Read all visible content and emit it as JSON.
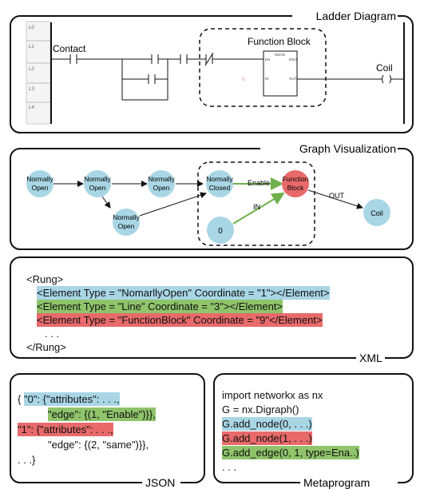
{
  "ladder": {
    "title": "Ladder Diagram",
    "rung_labels": [
      "L0",
      "L1",
      "L2",
      "L3",
      "L4"
    ],
    "contact_label": "Contact",
    "function_block_label": "Function Block",
    "move_label": "MOVE",
    "en_label": "EN",
    "eno_label": "ENO",
    "in_label": "IN",
    "out_label": "OUT",
    "input_value": "0",
    "coil_label": "Coil"
  },
  "graph": {
    "title": "Graph Visualization",
    "nodes": {
      "no1": [
        "Normally",
        "Open"
      ],
      "no2": [
        "Normally",
        "Open"
      ],
      "no3": [
        "Normally",
        "Open"
      ],
      "no4": [
        "Normally",
        "Open"
      ],
      "nc": [
        "Normally",
        "Closed"
      ],
      "fb": [
        "Function",
        "Block"
      ],
      "zero": "0",
      "coil": "Coil"
    },
    "edge_labels": {
      "enable": "Enable",
      "in": "IN",
      "out": "OUT"
    },
    "colors": {
      "node_blue": "#a9d6e5",
      "node_red": "#e86a6a",
      "edge_green": "#6fb04a"
    }
  },
  "xml": {
    "caption": "XML",
    "line1": "<Rung>",
    "line2": "<Element Type = \"NomarllyOpen\" Coordinate = \"1\"></Element>",
    "line3": "<Element Type = \"Line\" Coordinate = \"3\"></Element>",
    "line4": "<Element Type = \"FunctionBlock\" Coordinate = \"9\"</Element>",
    "line5": ". . .",
    "line6": "</Rung>"
  },
  "json": {
    "caption": "JSON",
    "l1a": "{",
    "l1b": "\"0\": {\"attributes\": . . .,",
    "l2": "\"edge\": {(1, \"Enable\")}},",
    "l3a": "\"1\": {\"attributes\": . . .,",
    "l4": "\"edge\": {(2, \"same\")}},",
    "l5": ". . .}"
  },
  "meta": {
    "caption": "Metaprogram",
    "l1": "import networkx as nx",
    "l2": "G = nx.Digraph()",
    "l3": "G.add_node(0, . . .)",
    "l4": "G.add_node(1, . . .)",
    "l5": "G.add_edge(0, 1, type=Ena..)",
    "l6": ". . ."
  },
  "colors": {
    "blue": "#a9d6e5",
    "green": "#8fc46b",
    "red": "#e86a6a"
  }
}
